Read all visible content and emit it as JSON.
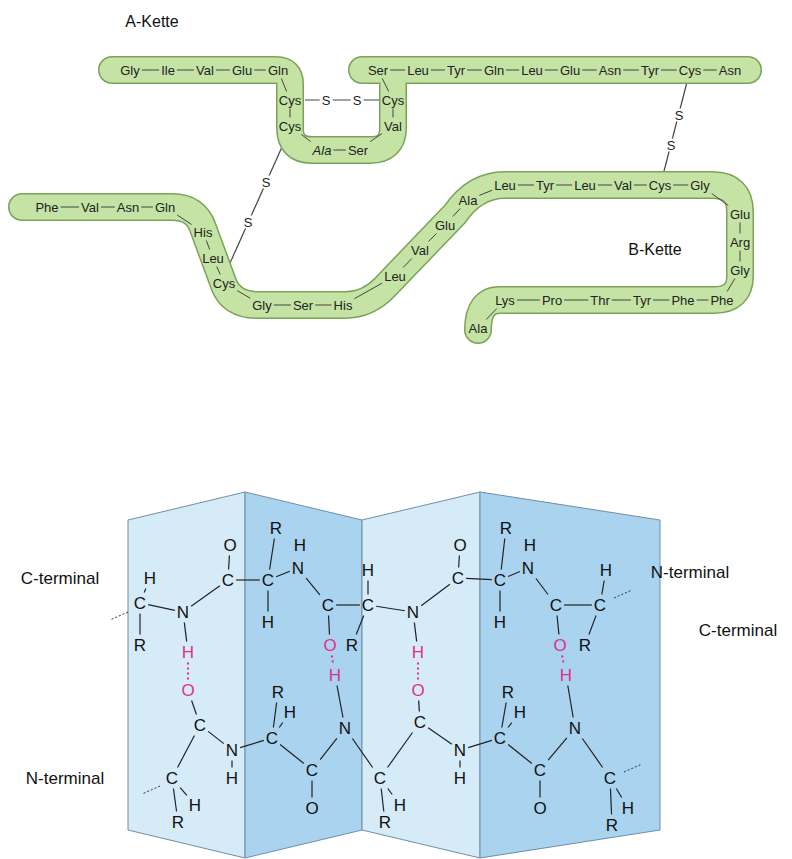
{
  "diagram": {
    "nodes": [
      {
        "text": [
          "A-Kette",
          "Gly",
          "Ile",
          "Val",
          "Glu",
          "Gln",
          "Cys",
          "Cys",
          "Ala",
          "Ser",
          "Val",
          "Cys",
          "Ser",
          "Leu",
          "Tyr",
          "Gln",
          "Leu",
          "Glu",
          "Asn",
          "Tyr",
          "Cys",
          "Asn"
        ]
      },
      {
        "text": [
          "B-Kette",
          "Phe",
          "Val",
          "Asn",
          "Gln",
          "His",
          "Leu",
          "Cys",
          "Gly",
          "Ser",
          "His",
          "Leu",
          "Val",
          "Glu",
          "Ala",
          "Leu",
          "Tyr",
          "Leu",
          "Val",
          "Cys",
          "Gly",
          "Glu",
          "Arg",
          "Gly",
          "Phe",
          "Phe",
          "Tyr",
          "Thr",
          "Pro",
          "Lys",
          "Ala"
        ]
      }
    ],
    "labels": [
      "S",
      "S",
      "S",
      "S",
      "S",
      "S",
      "C-terminal",
      "N-terminal",
      "N-terminal",
      "C-terminal",
      "H",
      "C",
      "R",
      "N",
      "H",
      "O",
      "C",
      "O",
      "C",
      "R",
      "H",
      "N",
      "H",
      "C",
      "O",
      "H",
      "C",
      "H",
      "R",
      "N",
      "H",
      "O",
      "C",
      "O",
      "C",
      "R",
      "H",
      "N",
      "H",
      "C",
      "O",
      "H",
      "C",
      "H",
      "R",
      "C",
      "N",
      "H",
      "C",
      "R",
      "H",
      "C",
      "O",
      "N",
      "C",
      "R",
      "H",
      "C",
      "N",
      "H",
      "C",
      "R",
      "H",
      "C",
      "O",
      "N",
      "C",
      "R",
      "H",
      "C",
      "R",
      "H"
    ]
  }
}
